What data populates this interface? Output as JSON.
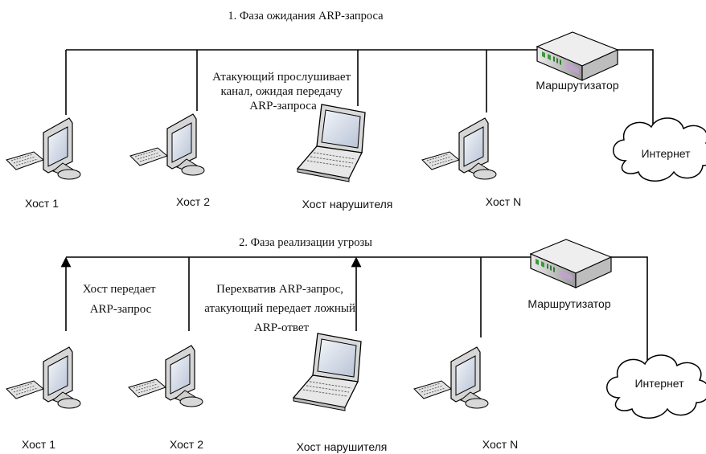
{
  "phase1": {
    "title": "1. Фаза ожидания ARP-запроса",
    "attacker_note": [
      "Атакующий прослушивает",
      "канал, ожидая передачу",
      "ARP-запроса"
    ],
    "hosts": [
      "Хост 1",
      "Хост 2",
      "Хост нарушителя",
      "Хост N"
    ],
    "router": "Маршрутизатор",
    "internet": "Интернет"
  },
  "phase2": {
    "title": "2. Фаза реализации угрозы",
    "host_note": [
      "Хост передает",
      "ARP-запрос"
    ],
    "attacker_note": [
      "Перехватив ARP-запрос,",
      "атакующий передает ложный",
      "ARP-ответ"
    ],
    "hosts": [
      "Хост 1",
      "Хост 2",
      "Хост нарушителя",
      "Хост N"
    ],
    "router": "Маршрутизатор",
    "internet": "Интернет"
  },
  "colors": {
    "line": "#000000",
    "screen": "#cfd8e6",
    "router_led": "#3a9a3a"
  }
}
